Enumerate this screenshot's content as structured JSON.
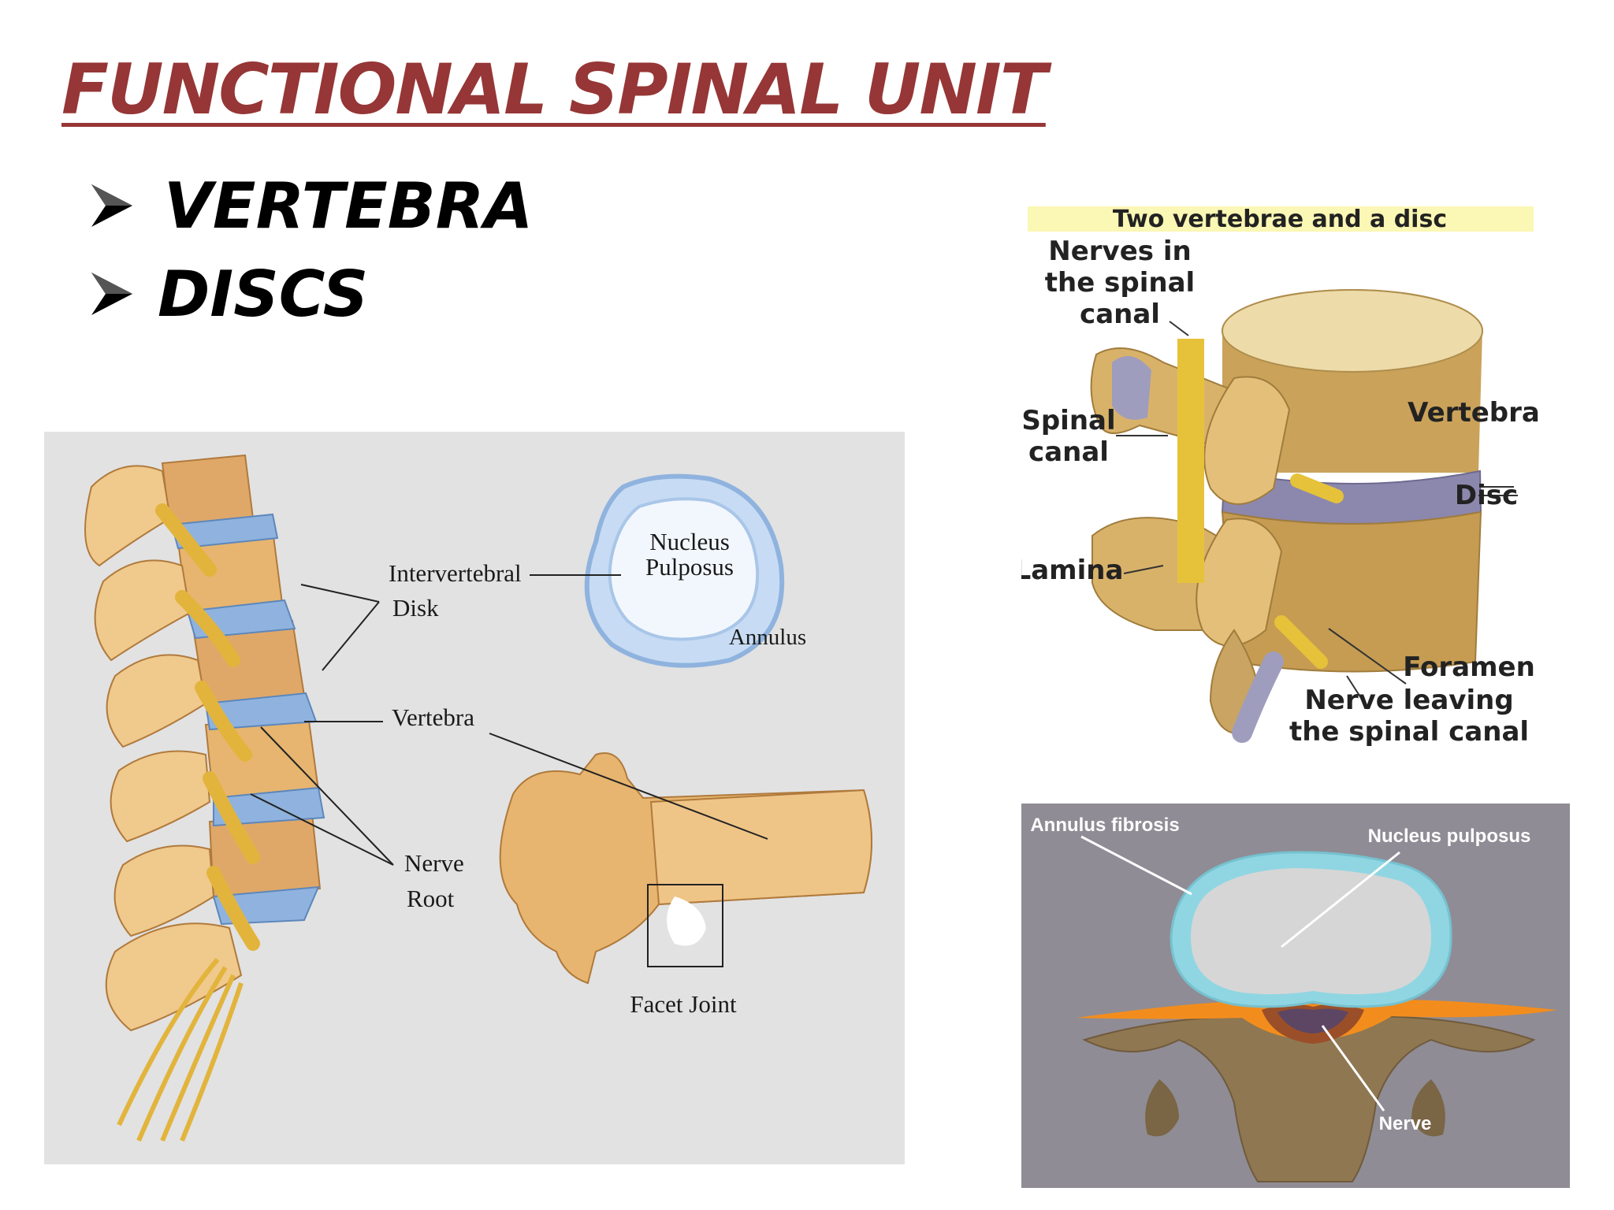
{
  "slide": {
    "title": "FUNCTIONAL SPINAL UNIT",
    "bullets": [
      "VERTEBRA",
      "DISCS"
    ]
  },
  "figure_left": {
    "labels": {
      "intervertebral_disk_1": "Intervertebral",
      "intervertebral_disk_2": "Disk",
      "nucleus": "Nucleus",
      "pulposus": "Pulposus",
      "annulus": "Annulus",
      "vertebra": "Vertebra",
      "nerve": "Nerve",
      "root": "Root",
      "facet_joint": "Facet Joint"
    }
  },
  "figure_top_right": {
    "banner": "Two vertebrae and a disc",
    "labels": {
      "nerves_1": "Nerves in",
      "nerves_2": "the spinal",
      "nerves_3": "canal",
      "spinal_canal_1": "Spinal",
      "spinal_canal_2": "canal",
      "vertebra": "Vertebra",
      "disc": "Disc",
      "lamina": "Lamina",
      "foramen": "Foramen",
      "nerve_leaving_1": "Nerve leaving",
      "nerve_leaving_2": "the spinal canal"
    }
  },
  "figure_bottom_right": {
    "labels": {
      "annulus_fibrosis": "Annulus fibrosis",
      "nucleus_pulposus": "Nucleus pulposus",
      "nerve": "Nerve"
    }
  },
  "colors": {
    "title": "#963636",
    "bone": "#e7b56f",
    "disc_blue": "#8fb3de",
    "nerve_yellow": "#e2b43c",
    "bottom_bg": "#8f8c95"
  }
}
